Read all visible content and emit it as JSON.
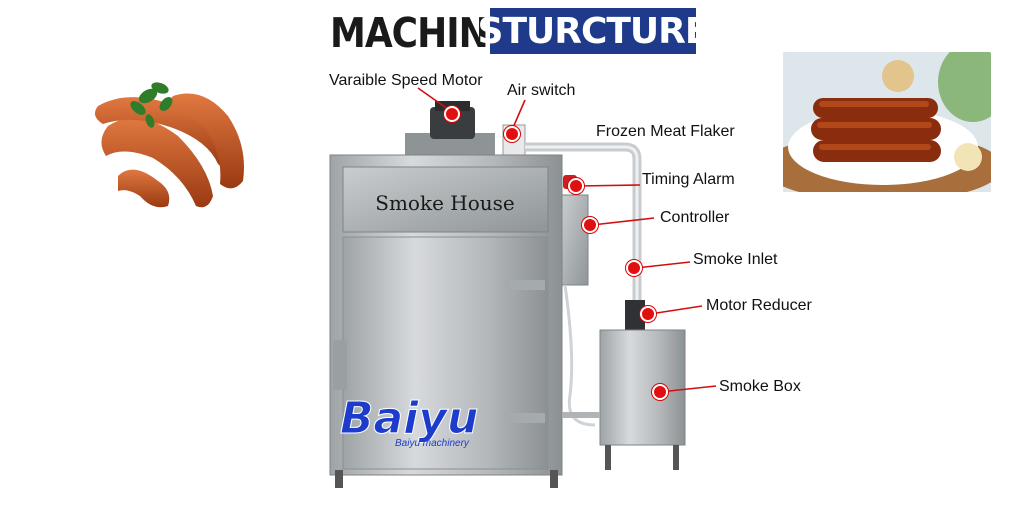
{
  "header": {
    "title_left": "MACHINE",
    "title_right": "STURCTURE"
  },
  "machine": {
    "panel_text": "Smoke House"
  },
  "callouts": {
    "variable_speed_motor": "Varaible Speed Motor",
    "air_switch": "Air switch",
    "frozen_meat_flaker": "Frozen Meat Flaker",
    "timing_alarm": "Timing Alarm",
    "controller": "Controller",
    "smoke_inlet": "Smoke Inlet",
    "motor_reducer": "Motor Reducer",
    "smoke_box": "Smoke Box"
  },
  "brand": {
    "logo_text": "Baiyu",
    "logo_subtext": "Baiyu machinery"
  },
  "colors": {
    "accent_blue": "#1f3a8a",
    "callout_red": "#e01010",
    "steel": "#bfc3c6"
  }
}
